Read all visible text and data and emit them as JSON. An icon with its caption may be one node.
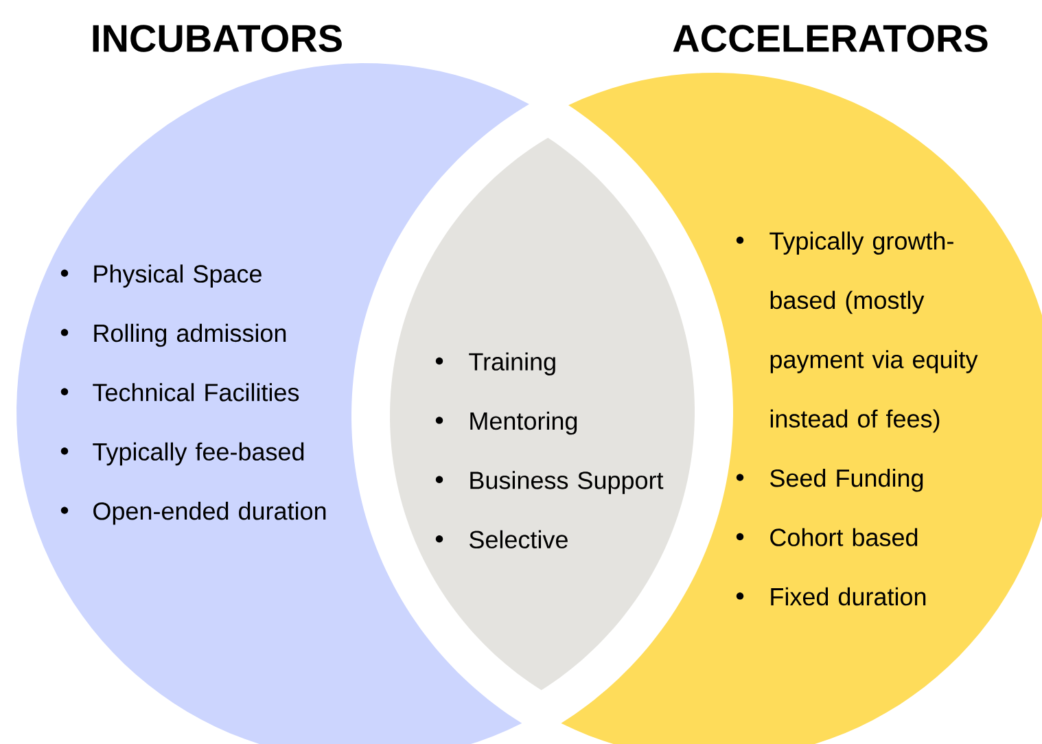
{
  "diagram": {
    "nodes": [
      {
        "text": [
          "INCUBATORS",
          "Physical Space",
          "Rolling admission",
          "Technical Facilities",
          "Typically fee-based",
          "Open-ended duration"
        ]
      },
      {
        "text": [
          "Training",
          "Mentoring",
          "Business Support",
          "Selective"
        ]
      },
      {
        "text": [
          "ACCELERATORS",
          "Typically growth-based (mostly payment via equity instead of fees)",
          "Seed Funding",
          "Cohort based",
          "Fixed duration"
        ]
      }
    ]
  }
}
